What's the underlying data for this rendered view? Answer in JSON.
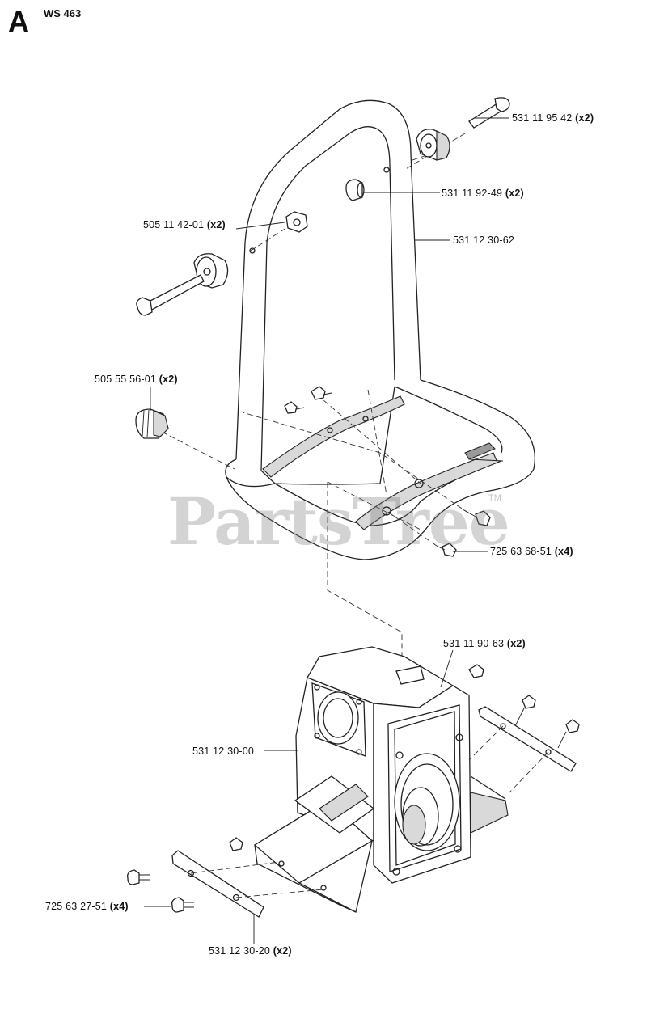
{
  "header": {
    "section": "A",
    "model": "WS 463"
  },
  "watermark": {
    "text": "PartsTree",
    "tm": "TM"
  },
  "parts": [
    {
      "number": "531 11 95 42",
      "qty": "(x2)"
    },
    {
      "number": "531 11 92-49",
      "qty": "(x2)"
    },
    {
      "number": "505 11 42-01",
      "qty": "(x2)"
    },
    {
      "number": "531 12 30-62",
      "qty": ""
    },
    {
      "number": "505 55 56-01",
      "qty": "(x2)"
    },
    {
      "number": "725 63 68-51",
      "qty": "(x4)"
    },
    {
      "number": "531 11 90-63",
      "qty": "(x2)"
    },
    {
      "number": "531 12 30-00",
      "qty": ""
    },
    {
      "number": "725 63 27-51",
      "qty": "(x4)"
    },
    {
      "number": "531 12 30-20",
      "qty": "(x2)"
    }
  ]
}
